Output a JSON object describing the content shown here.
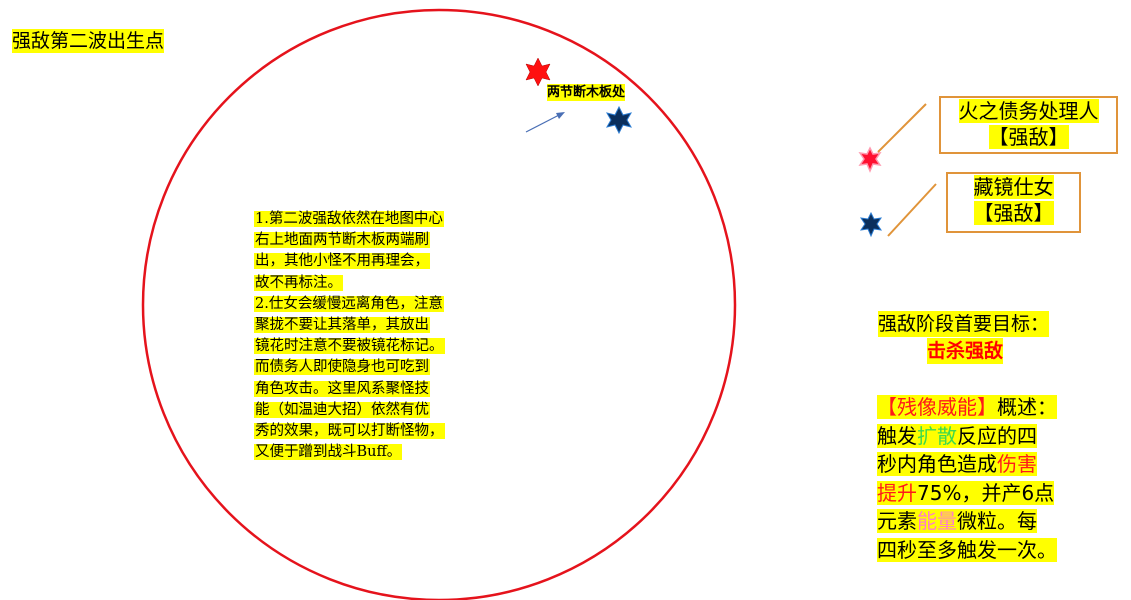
{
  "title": "强敌第二波出生点",
  "arena": {
    "circle_color": "#e5131c",
    "top_label": "两节断木板处"
  },
  "notes": {
    "lines": [
      "1.第二波强敌依然在地图中心",
      "右上地面两节断木板两端刷",
      "出，其他小怪不用再理会，",
      "故不再标注。",
      "2.仕女会缓慢远离角色，注意",
      "聚拢不要让其落单，其放出",
      "镜花时注意不要被镜花标记。",
      "而债务人即使隐身也可吃到",
      "角色攻击。这里风系聚怪技",
      "能（如温迪大招）依然有优",
      "秀的效果，既可以打断怪物，",
      "又便于蹭到战斗Buff。"
    ]
  },
  "legend": {
    "fire_name": "火之债务处理人",
    "fire_tag": "【强敌】",
    "mirror_name": "藏镜仕女",
    "mirror_tag": "【强敌】",
    "fire_color": "#ff2020",
    "mirror_color": "#0b3d6e",
    "connector_color": "#e0943a"
  },
  "goal": {
    "label": "强敌阶段首要目标：",
    "target": "击杀强敌"
  },
  "summary": {
    "title_red": "【残像威能】",
    "title_rest": "概述：",
    "l2_a": "触发",
    "l2_b": "扩散",
    "l2_c": "反应的四",
    "l3_a": "秒内角色造成",
    "l3_b": "伤害",
    "l4_a": "提升",
    "l4_b": "75%，并产6点",
    "l5_a": "元素",
    "l5_b": "能量",
    "l5_c": "微粒。每",
    "l6": "四秒至多触发一次。"
  }
}
